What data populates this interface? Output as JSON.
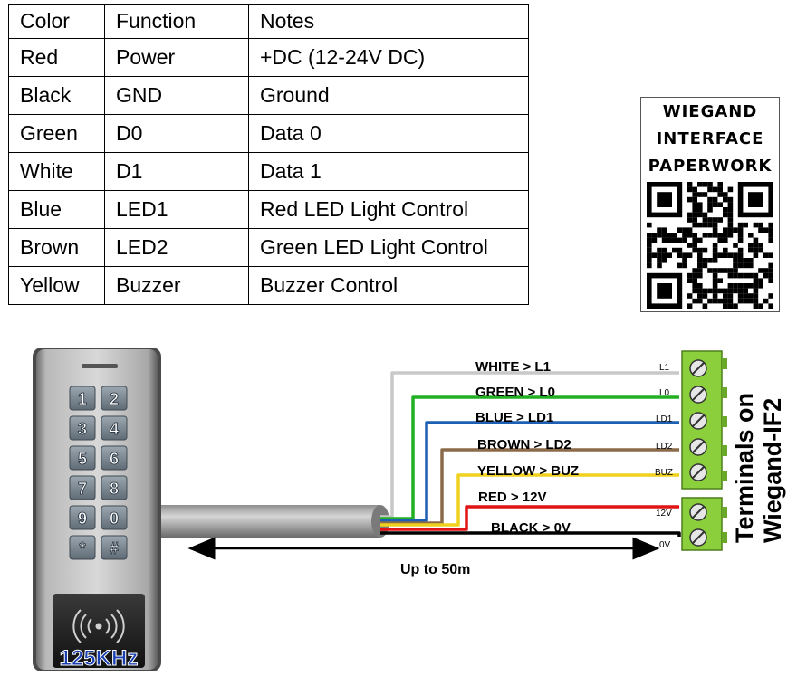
{
  "table": {
    "headers": [
      "Color",
      "Function",
      "Notes"
    ],
    "rows": [
      [
        "Red",
        "Power",
        "+DC (12-24V DC)"
      ],
      [
        "Black",
        "GND",
        "Ground"
      ],
      [
        "Green",
        "D0",
        "Data 0"
      ],
      [
        "White",
        "D1",
        "Data 1"
      ],
      [
        "Blue",
        "LED1",
        "Red LED Light Control"
      ],
      [
        "Brown",
        "LED2",
        "Green LED Light Control"
      ],
      [
        "Yellow",
        "Buzzer",
        "Buzzer Control"
      ]
    ]
  },
  "qr_card": {
    "lines": [
      "WIEGAND",
      "INTERFACE",
      "PAPERWORK"
    ]
  },
  "keypad": {
    "keys": [
      "1",
      "2",
      "3",
      "4",
      "5",
      "6",
      "7",
      "8",
      "9",
      "0",
      "*",
      "#"
    ],
    "rfid_icon": "rfid-waves-icon",
    "frequency_label": "125KHz"
  },
  "wires": [
    {
      "label": "WHITE > L1",
      "terminal": "L1",
      "color": "#c8c8c8"
    },
    {
      "label": "GREEN > L0",
      "terminal": "L0",
      "color": "#22b022"
    },
    {
      "label": "BLUE > LD1",
      "terminal": "LD1",
      "color": "#1c5fb3"
    },
    {
      "label": "BROWN > LD2",
      "terminal": "LD2",
      "color": "#8b6a4a"
    },
    {
      "label": "YELLOW > BUZ",
      "terminal": "BUZ",
      "color": "#f0d21e"
    },
    {
      "label": "RED > 12V",
      "terminal": "12V",
      "color": "#e01414"
    },
    {
      "label": "BLACK > 0V",
      "terminal": "0V",
      "color": "#000000"
    }
  ],
  "distance_label": "Up to 50m",
  "terminals_title": [
    "Terminals on",
    "Wiegand-IF2"
  ],
  "terminal_block_color": "#8bd03c"
}
